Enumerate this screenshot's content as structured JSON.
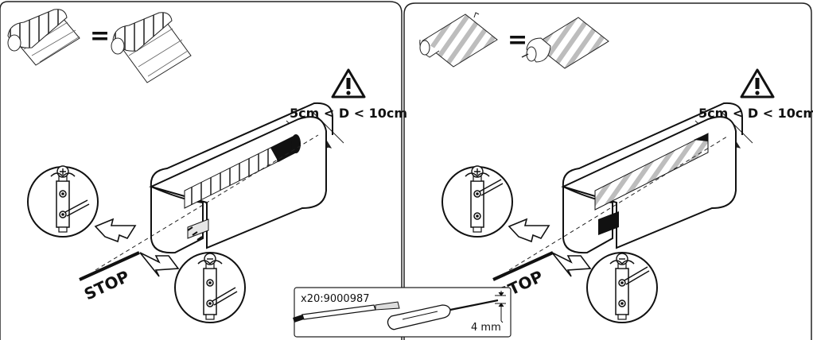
{
  "panels": [
    {
      "distance_label": "5cm < D < 10cm",
      "equals": "=",
      "stop": "STOP"
    },
    {
      "distance_label": "5cm < D < 10cm",
      "equals": "=",
      "stop": "STOP"
    }
  ],
  "tool": {
    "reference": "x20:9000987",
    "size": "4 mm"
  },
  "colors": {
    "line": "#1a1a1a",
    "fabric": "#cfcfcf",
    "dark": "#111111"
  },
  "icons": {
    "warning": "warning-triangle-icon",
    "plus": "plus-circle-icon",
    "minus": "minus-circle-icon",
    "screwdriver": "screwdriver-icon",
    "arrow": "direction-arrow-icon"
  }
}
